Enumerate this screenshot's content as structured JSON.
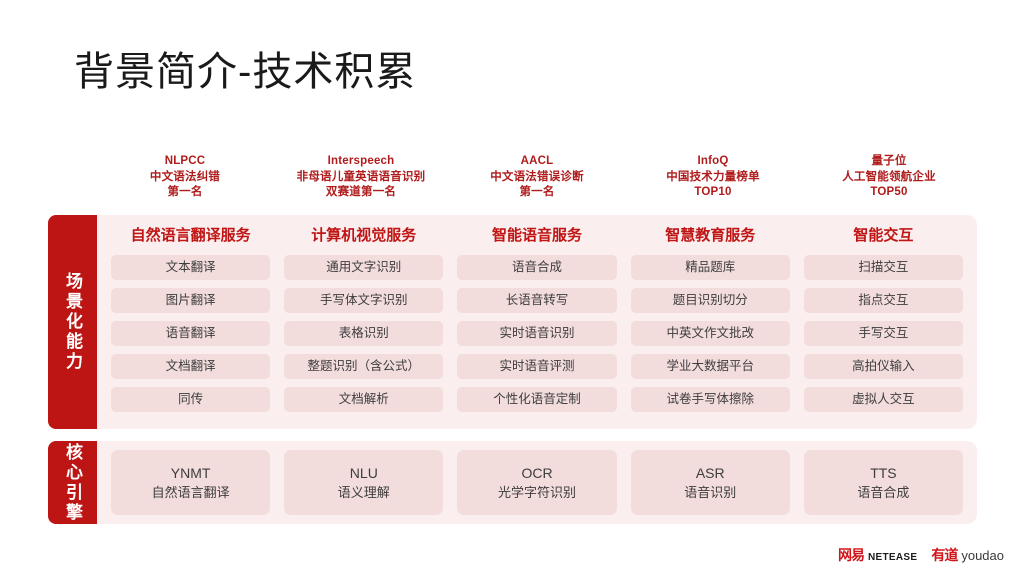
{
  "slide": {
    "title": "背景简介-技术积累"
  },
  "awards": [
    {
      "line1": "NLPCC",
      "line2": "中文语法纠错",
      "line3": "第一名"
    },
    {
      "line1": "Interspeech",
      "line2": "非母语儿童英语语音识别",
      "line3": "双赛道第一名"
    },
    {
      "line1": "AACL",
      "line2": "中文语法错误诊断",
      "line3": "第一名"
    },
    {
      "line1": "InfoQ",
      "line2": "中国技术力量榜单",
      "line3": "TOP10"
    },
    {
      "line1": "量子位",
      "line2": "人工智能领航企业",
      "line3": "TOP50"
    }
  ],
  "capabilities": {
    "tab_label": "场景化能力",
    "columns": [
      {
        "title": "自然语言翻译服务",
        "items": [
          "文本翻译",
          "图片翻译",
          "语音翻译",
          "文档翻译",
          "同传"
        ]
      },
      {
        "title": "计算机视觉服务",
        "items": [
          "通用文字识别",
          "手写体文字识别",
          "表格识别",
          "整题识别（含公式）",
          "文档解析"
        ]
      },
      {
        "title": "智能语音服务",
        "items": [
          "语音合成",
          "长语音转写",
          "实时语音识别",
          "实时语音评测",
          "个性化语音定制"
        ]
      },
      {
        "title": "智慧教育服务",
        "items": [
          "精品题库",
          "题目识别切分",
          "中英文作文批改",
          "学业大数据平台",
          "试卷手写体擦除"
        ]
      },
      {
        "title": "智能交互",
        "items": [
          "扫描交互",
          "指点交互",
          "手写交互",
          "高拍仪输入",
          "虚拟人交互"
        ]
      }
    ]
  },
  "engines": {
    "tab_label": "核心引擎",
    "items": [
      {
        "name": "YNMT",
        "desc": "自然语言翻译"
      },
      {
        "name": "NLU",
        "desc": "语义理解"
      },
      {
        "name": "OCR",
        "desc": "光学字符识别"
      },
      {
        "name": "ASR",
        "desc": "语音识别"
      },
      {
        "name": "TTS",
        "desc": "语音合成"
      }
    ]
  },
  "footer": {
    "netease_cn": "网易",
    "netease_en": "NETEASE",
    "youdao_cn": "有道",
    "youdao_en": "youdao"
  },
  "colors": {
    "brand_red": "#bd1414",
    "heading_red": "#c01515",
    "award_red": "#b01c1c",
    "panel_bg": "#fbeeee",
    "chip_bg": "#f2dcdc",
    "text_dark": "#3d3d3d",
    "title_dark": "#1a1a1a"
  }
}
